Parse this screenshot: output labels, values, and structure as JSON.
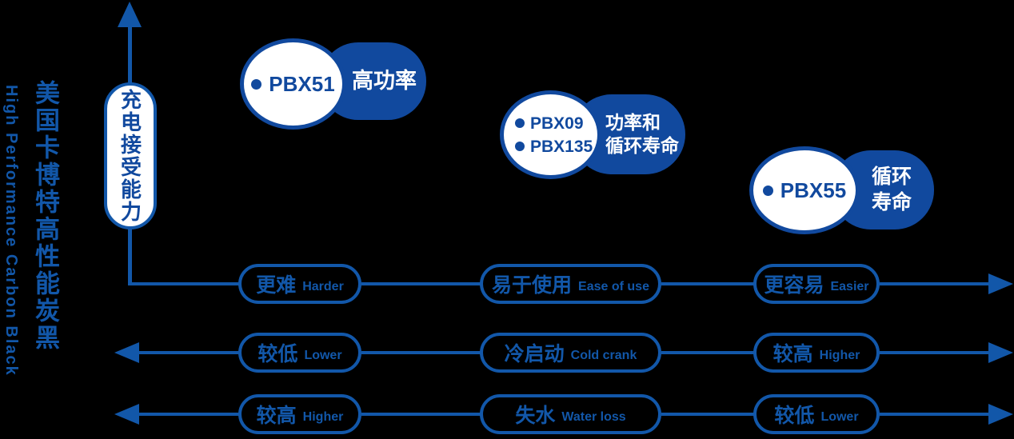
{
  "colors": {
    "background": "#000000",
    "ink_blue": "#1257A9",
    "fill_blue": "#11499E",
    "white": "#FFFFFF"
  },
  "brand": {
    "title_cn": "美国卡博特高性能炭黑",
    "title_en": "High Performance Carbon Black"
  },
  "y_axis": {
    "label": "充电接受能力"
  },
  "products": [
    {
      "names": [
        "PBX51"
      ],
      "tag_lines": [
        "高功率"
      ]
    },
    {
      "names": [
        "PBX09",
        "PBX135"
      ],
      "tag_lines": [
        "功率和",
        "循环寿命"
      ]
    },
    {
      "names": [
        "PBX55"
      ],
      "tag_lines": [
        "循环",
        "寿命"
      ]
    }
  ],
  "rows": [
    {
      "left_cn": "更难",
      "left_en": "Harder",
      "center_cn": "易于使用",
      "center_en": "Ease of use",
      "right_cn": "更容易",
      "right_en": "Easier"
    },
    {
      "left_cn": "较低",
      "left_en": "Lower",
      "center_cn": "冷启动",
      "center_en": "Cold crank",
      "right_cn": "较高",
      "right_en": "Higher"
    },
    {
      "left_cn": "较高",
      "left_en": "Higher",
      "center_cn": "失水",
      "center_en": "Water loss",
      "right_cn": "较低",
      "right_en": "Lower"
    }
  ]
}
